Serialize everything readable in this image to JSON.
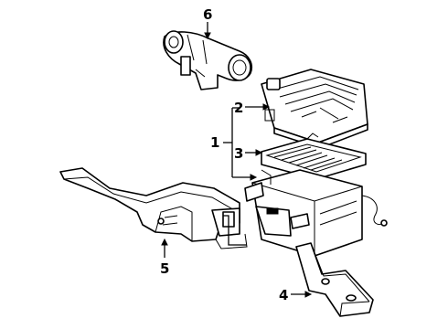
{
  "callouts": [
    {
      "id": "1",
      "label": "1"
    },
    {
      "id": "2",
      "label": "2"
    },
    {
      "id": "3",
      "label": "3"
    },
    {
      "id": "4",
      "label": "4"
    },
    {
      "id": "5",
      "label": "5"
    },
    {
      "id": "6",
      "label": "6"
    }
  ],
  "parts": [
    {
      "number": "1",
      "name": "air-cleaner-assembly"
    },
    {
      "number": "2",
      "name": "air-cleaner-cover"
    },
    {
      "number": "3",
      "name": "air-filter-element"
    },
    {
      "number": "4",
      "name": "mounting-bracket"
    },
    {
      "number": "5",
      "name": "intake-duct"
    },
    {
      "number": "6",
      "name": "airflow-meter-hose"
    }
  ]
}
